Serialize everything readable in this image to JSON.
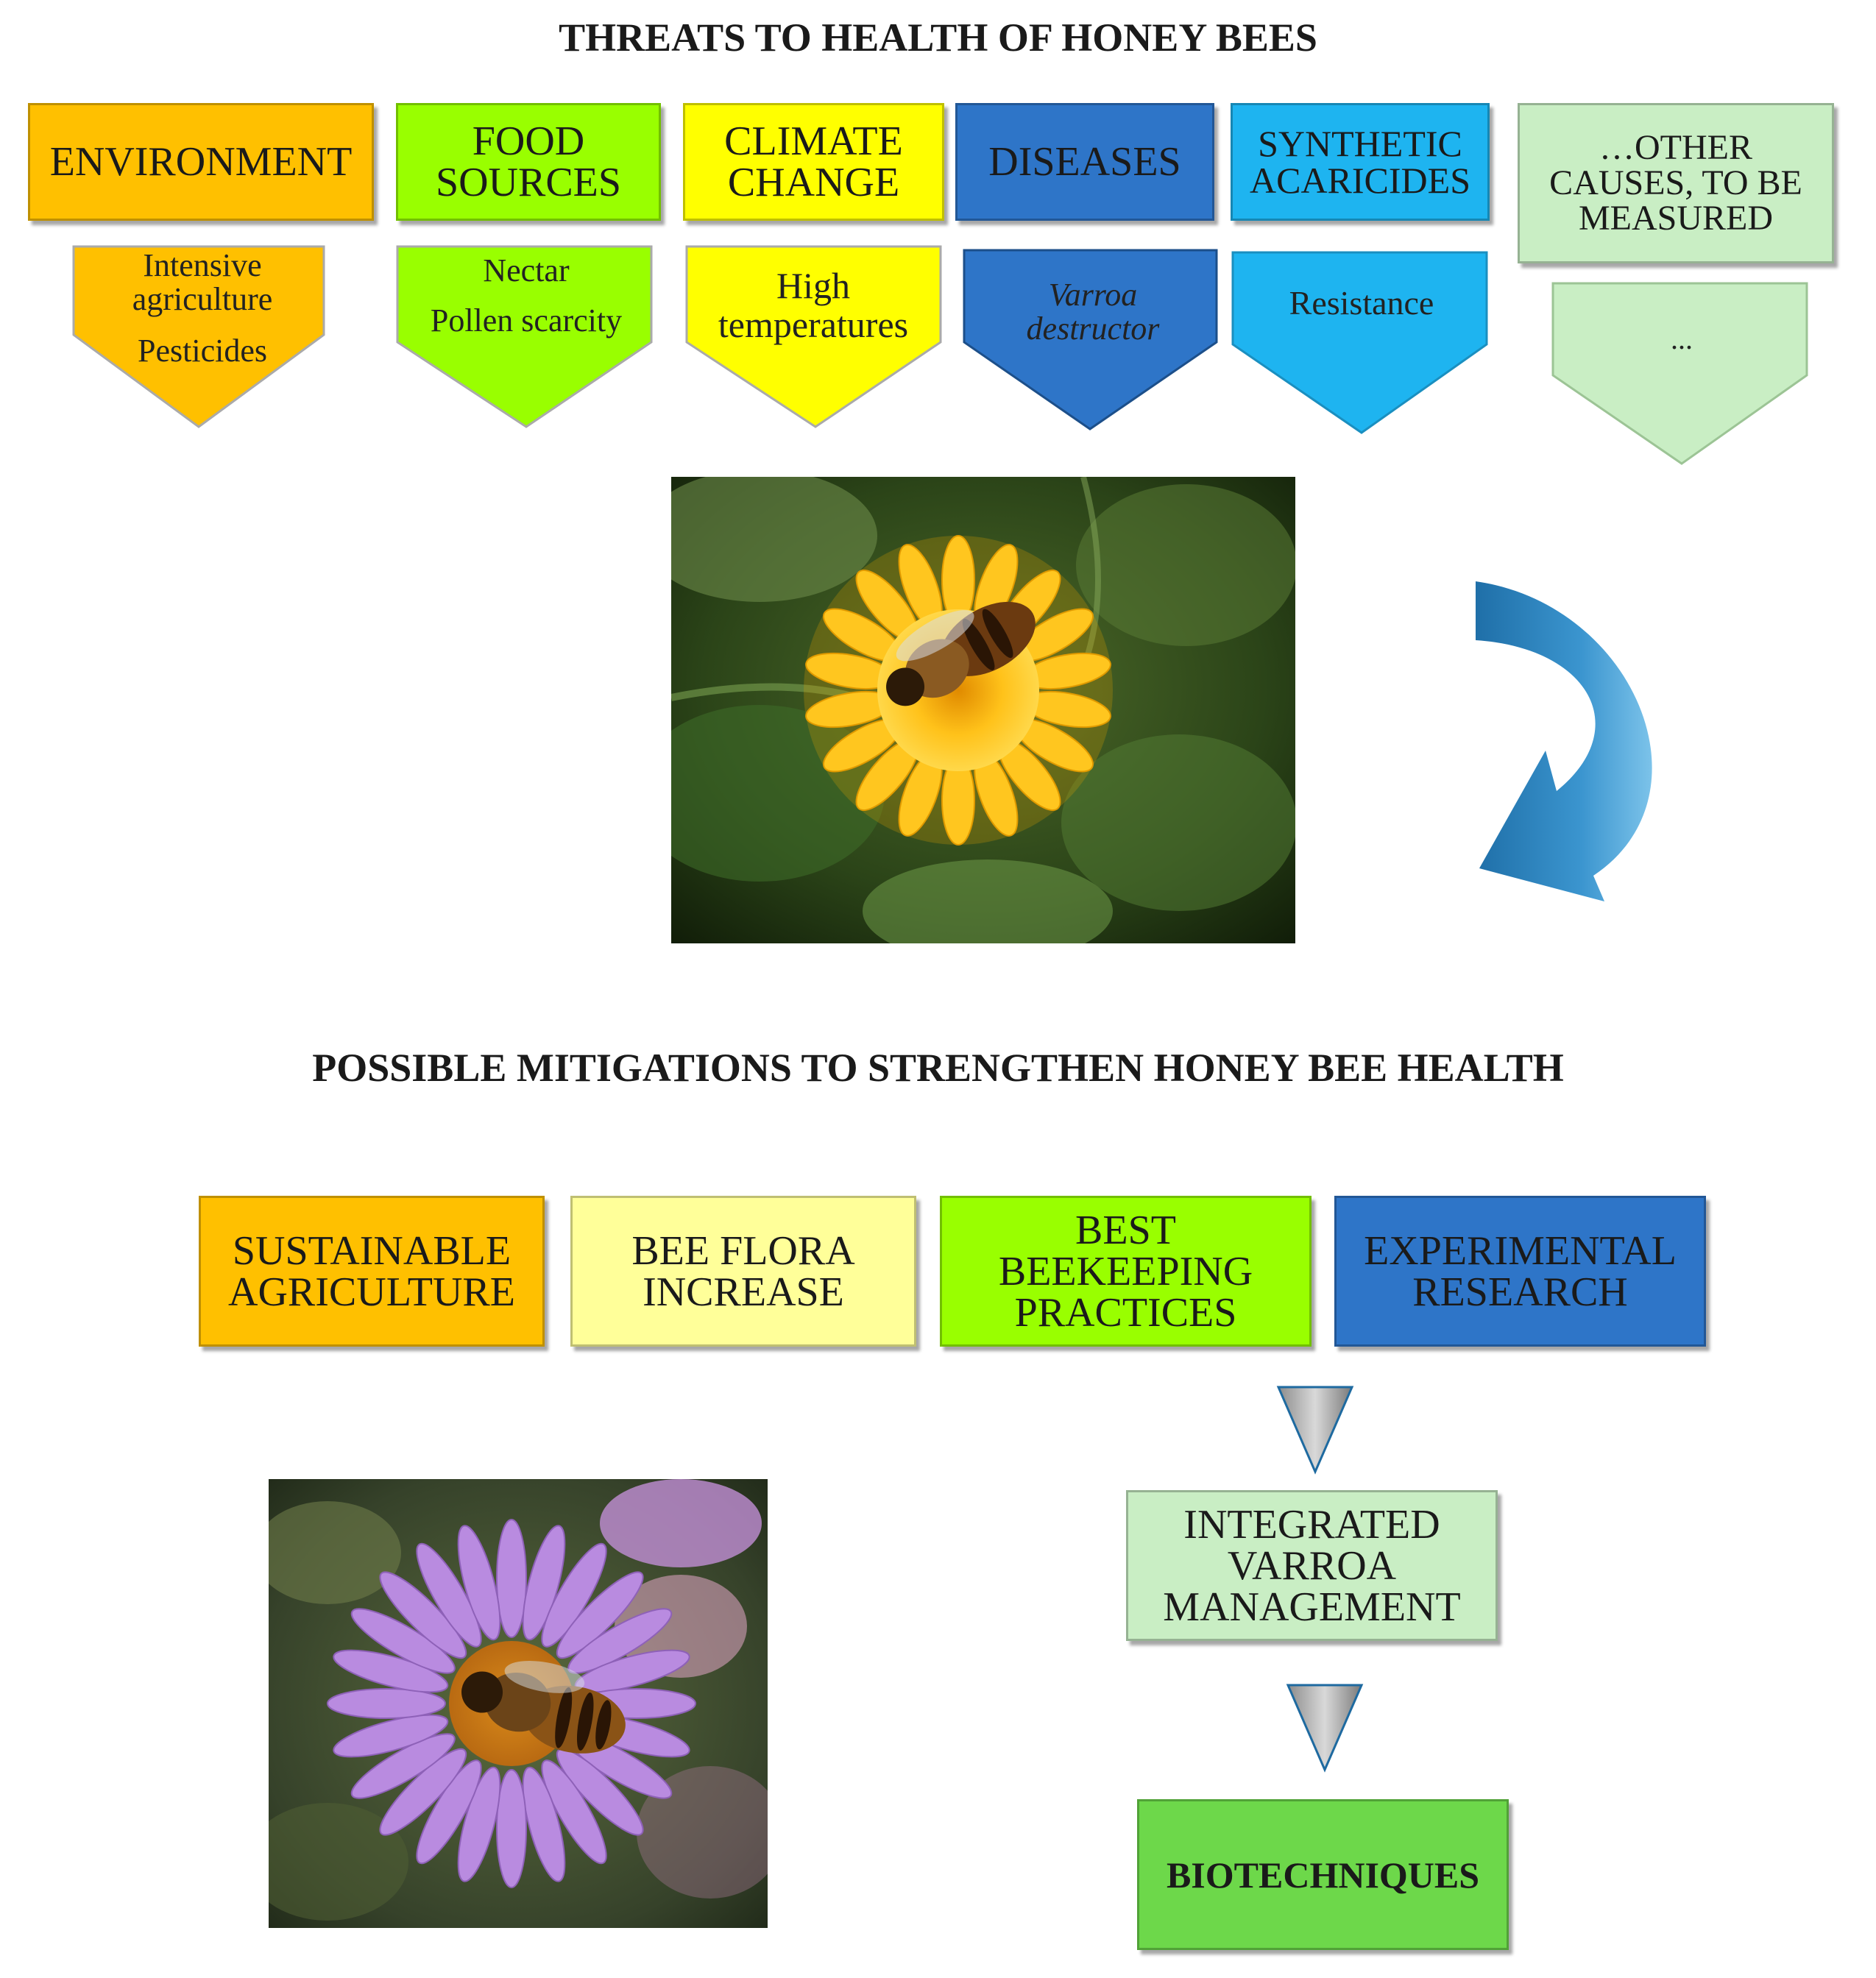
{
  "colors": {
    "orange": "#FFC000",
    "green": "#99FF00",
    "yellow": "#FFFF00",
    "darkblue": "#2E75C8",
    "lightblue": "#1EB4F0",
    "palegreen": "#C9EEC4",
    "paleyellow": "#FFFF99",
    "biogreen": "#6DD84A"
  },
  "threats": {
    "title": "THREATS TO HEALTH OF HONEY BEES",
    "categories": [
      {
        "label": "ENVIRONMENT",
        "details": [
          "Intensive agriculture",
          "Pesticides"
        ]
      },
      {
        "label": "FOOD\nSOURCES",
        "details": [
          "Nectar",
          "Pollen scarcity"
        ]
      },
      {
        "label": "CLIMATE\nCHANGE",
        "details": [
          "High temperatures"
        ]
      },
      {
        "label": "DISEASES",
        "details": [
          "Varroa destructor"
        ]
      },
      {
        "label": "SYNTHETIC\nACARICIDES",
        "details": [
          "Resistance"
        ]
      },
      {
        "label": "…OTHER\nCAUSES, TO BE\nMEASURED",
        "details": [
          "..."
        ]
      }
    ]
  },
  "mitigations": {
    "title": "POSSIBLE MITIGATIONS TO STRENGTHEN HONEY BEE HEALTH",
    "items": [
      {
        "label": "SUSTAINABLE\nAGRICULTURE"
      },
      {
        "label": "BEE FLORA\nINCREASE"
      },
      {
        "label": "BEST\nBEEKEEPING\nPRACTICES"
      },
      {
        "label": "EXPERIMENTAL\nRESEARCH"
      }
    ],
    "ivm": "INTEGRATED\nVARROA\nMANAGEMENT",
    "bio": "BIOTECHNIQUES"
  }
}
